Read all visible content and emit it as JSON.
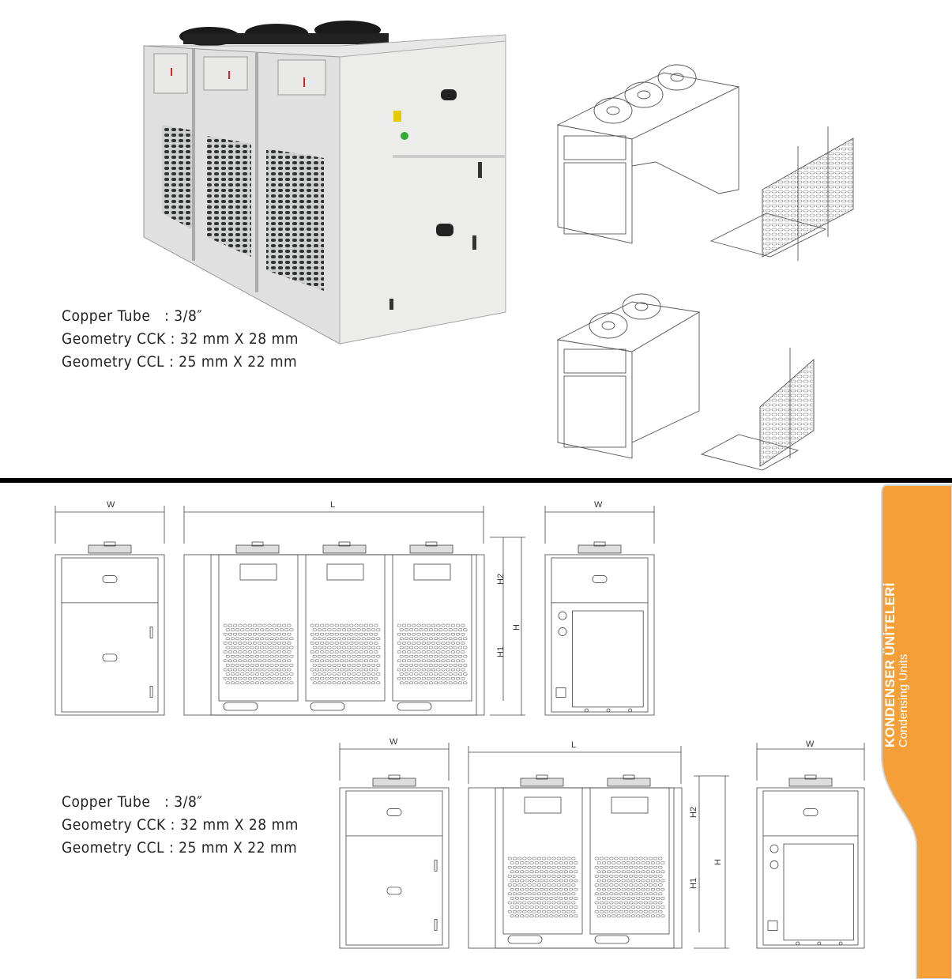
{
  "specs_top": {
    "copper_tube": "Copper Tube   : 3/8″",
    "geometry_cck": "Geometry CCK : 32 mm X 28 mm",
    "geometry_ccl": "Geometry CCL : 25 mm X 22 mm"
  },
  "specs_bottom": {
    "copper_tube": "Copper Tube   : 3/8″",
    "geometry_cck": "Geometry CCK : 32 mm X 28 mm",
    "geometry_ccl": "Geometry CCL : 25 mm X 22 mm"
  },
  "side_tab": {
    "title": "KONDENSER ÜNİTELERİ",
    "subtitle": "Condensing Units",
    "color": "#f59f38"
  },
  "dimensions": {
    "width": "W",
    "length": "L",
    "height": "H",
    "h1": "H1",
    "h2": "H2"
  }
}
